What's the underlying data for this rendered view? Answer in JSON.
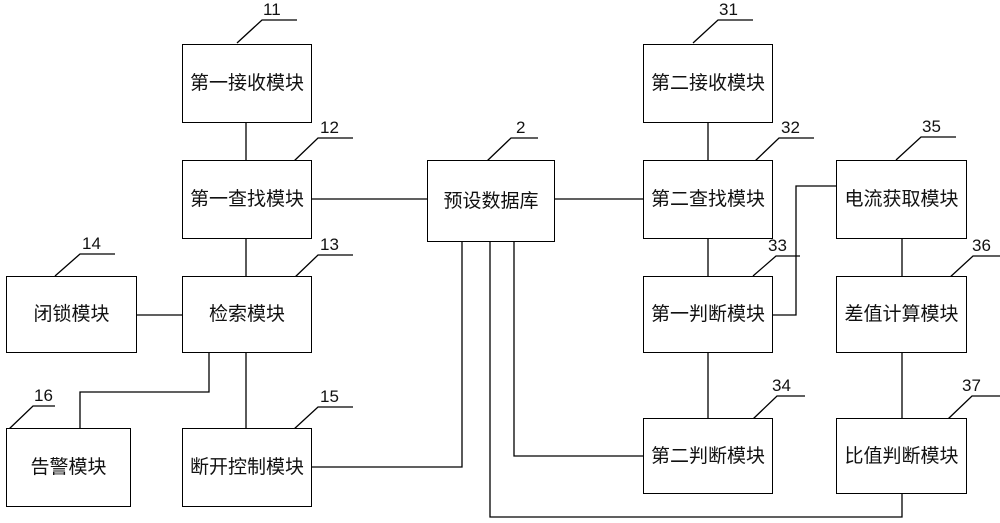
{
  "modules": {
    "m11": {
      "label": "第一接收模块",
      "num": "11"
    },
    "m12": {
      "label": "第一查找模块",
      "num": "12"
    },
    "m13": {
      "label": "检索模块",
      "num": "13"
    },
    "m14": {
      "label": "闭锁模块",
      "num": "14"
    },
    "m15": {
      "label": "断开控制模块",
      "num": "15"
    },
    "m16": {
      "label": "告警模块",
      "num": "16"
    },
    "m2": {
      "label": "预设数据库",
      "num": "2"
    },
    "m31": {
      "label": "第二接收模块",
      "num": "31"
    },
    "m32": {
      "label": "第二查找模块",
      "num": "32"
    },
    "m33": {
      "label": "第一判断模块",
      "num": "33"
    },
    "m34": {
      "label": "第二判断模块",
      "num": "34"
    },
    "m35": {
      "label": "电流获取模块",
      "num": "35"
    },
    "m36": {
      "label": "差值计算模块",
      "num": "36"
    },
    "m37": {
      "label": "比值判断模块",
      "num": "37"
    }
  }
}
